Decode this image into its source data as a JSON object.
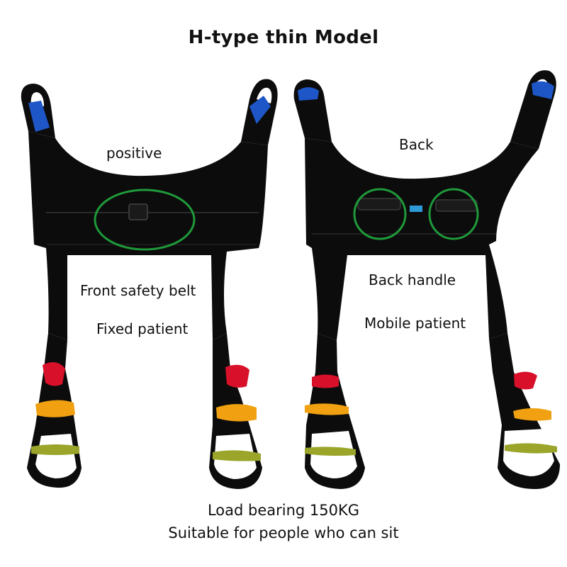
{
  "title": "H-type thin Model",
  "left": {
    "side_label": "positive",
    "feature_label": "Front safety belt",
    "use_label": "Fixed patient"
  },
  "right": {
    "side_label": "Back",
    "feature_label": "Back handle",
    "use_label": "Mobile patient"
  },
  "footer": {
    "line1": "Load bearing 150KG",
    "line2": "Suitable for people who can sit"
  },
  "colors": {
    "sling": "#0c0c0c",
    "sling_edge": "#2a2a2a",
    "strap_blue": "#1e56c8",
    "strap_red": "#d8102a",
    "strap_orange": "#f0a010",
    "strap_olive": "#9aa52a",
    "highlight_ring": "#1f9a3a"
  }
}
